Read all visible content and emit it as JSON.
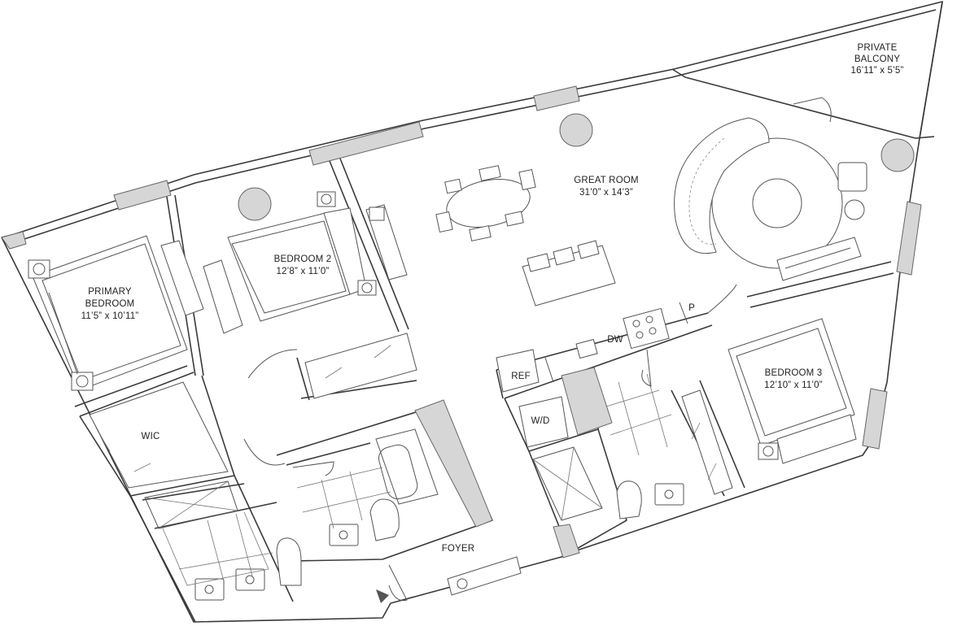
{
  "rooms": {
    "balcony": {
      "line1": "PRIVATE",
      "line2": "BALCONY",
      "dims": "16’11” x 5’5”"
    },
    "great_room": {
      "name": "GREAT ROOM",
      "dims": "31’0” x 14’3”"
    },
    "bedroom2": {
      "name": "BEDROOM 2",
      "dims": "12’8” x 11’0”"
    },
    "primary": {
      "line1": "PRIMARY",
      "line2": "BEDROOM",
      "dims": "11’5” x 10’11”"
    },
    "bedroom3": {
      "name": "BEDROOM 3",
      "dims": "12’10” x 11’0”"
    },
    "wic": {
      "name": "WIC"
    },
    "foyer": {
      "name": "FOYER"
    }
  },
  "fixtures": {
    "ref": "REF",
    "wd": "W/D",
    "dw": "DW",
    "pantry": "P"
  },
  "colors": {
    "wall": "#3a3a3a",
    "fill_grey": "#d6d6d6",
    "background": "#ffffff"
  }
}
